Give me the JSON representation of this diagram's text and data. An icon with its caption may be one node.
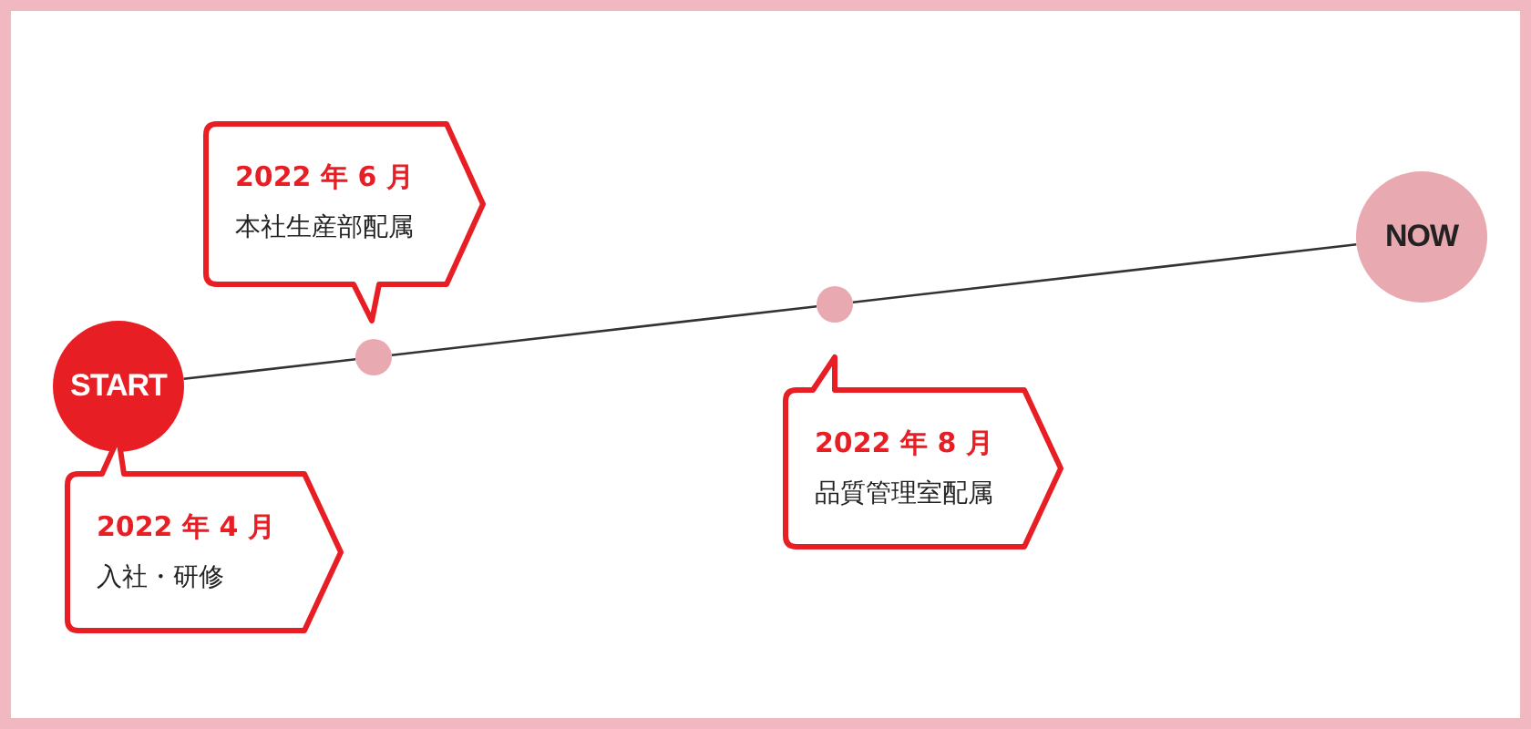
{
  "diagram": {
    "nodes": [
      {
        "text": [
          "START"
        ]
      },
      {
        "text": [],
        "shape": "circle"
      },
      {
        "text": [
          "2022 年 6 月",
          "本社生産部配属"
        ]
      },
      {
        "text": [
          "2022 年 4 月",
          "入社・研修"
        ]
      },
      {
        "text": [],
        "shape": "circle"
      },
      {
        "text": [
          "2022 年 8 月",
          "品質管理室配属"
        ]
      },
      {
        "text": [
          "NOW"
        ]
      }
    ],
    "edges": [
      {
        "from": 0,
        "to": 1,
        "arrow": "none"
      },
      {
        "from": 1,
        "to": 4,
        "arrow": "none"
      },
      {
        "from": 4,
        "to": 6,
        "arrow": "none"
      }
    ]
  }
}
